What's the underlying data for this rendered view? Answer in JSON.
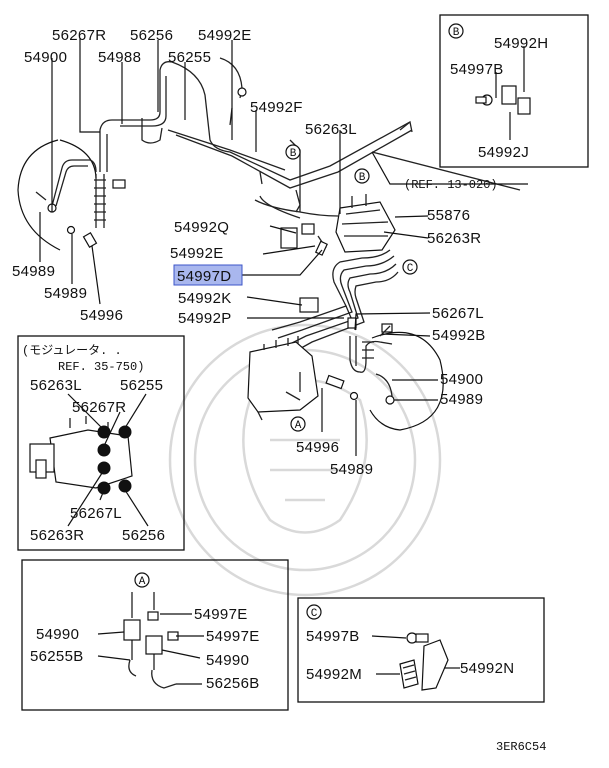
{
  "main": {
    "labels": {
      "p56267R": "56267R",
      "p56256": "56256",
      "p54992E_top": "54992E",
      "p54900_left": "54900",
      "p54988": "54988",
      "p56255": "56255",
      "p54992F": "54992F",
      "p56263L": "56263L",
      "p55876": "55876",
      "p56263R": "56263R",
      "p54992Q": "54992Q",
      "p54992E_mid": "54992E",
      "p54997D": "54997D",
      "p54992K": "54992K",
      "p54992P": "54992P",
      "p56267L": "56267L",
      "p54992B": "54992B",
      "p54900_right": "54900",
      "p54989_right": "54989",
      "p54996_right": "54996",
      "p54989_bottom": "54989",
      "p54989_left1": "54989",
      "p54989_left2": "54989",
      "p54996_left": "54996"
    },
    "reference": "(REF. 13-020)",
    "callouts": {
      "a": "A",
      "b1": "B",
      "b2": "B",
      "c": "C"
    }
  },
  "detail_b": {
    "tag": "B",
    "labels": {
      "p54992H": "54992H",
      "p54997B": "54997B",
      "p54992J": "54992J"
    }
  },
  "modulator": {
    "title": "(モジュレータ.  .",
    "ref": "REF. 35-750)",
    "labels": {
      "p56263L": "56263L",
      "p56255": "56255",
      "p56267R": "56267R",
      "p56267L": "56267L",
      "p56263R": "56263R",
      "p56256": "56256"
    }
  },
  "detail_a": {
    "tag": "A",
    "labels": {
      "p54997E_1": "54997E",
      "p54990_1": "54990",
      "p54997E_2": "54997E",
      "p56255B": "56255B",
      "p54990_2": "54990",
      "p56256B": "56256B"
    }
  },
  "detail_c": {
    "tag": "C",
    "labels": {
      "p54997B": "54997B",
      "p54992M": "54992M",
      "p54992N": "54992N"
    }
  },
  "highlight": {
    "part": "54997D",
    "color": "#a9b7ee",
    "border": "#3c56c8"
  },
  "footer": {
    "code": "3ER6C54"
  }
}
